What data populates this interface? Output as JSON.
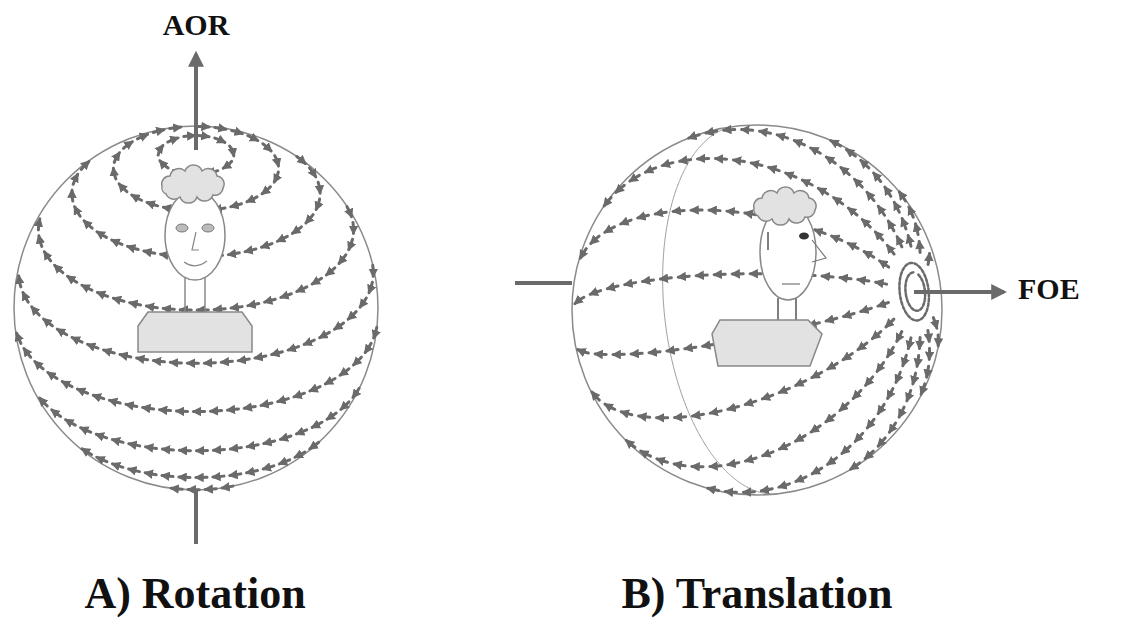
{
  "diagram": {
    "labels": [
      "AOR",
      "FOE",
      "A) Rotation",
      "B) Translation"
    ]
  }
}
